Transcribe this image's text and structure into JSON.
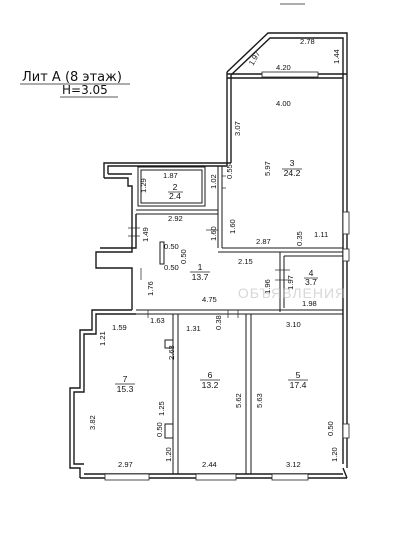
{
  "header": {
    "title": "Лит А (8 этаж)",
    "height_label": "H=3.05"
  },
  "rooms": [
    {
      "id": "1",
      "number": "1",
      "area": "13.7"
    },
    {
      "id": "2",
      "number": "2",
      "area": "2.4"
    },
    {
      "id": "3",
      "number": "3",
      "area": "24.2"
    },
    {
      "id": "4",
      "number": "4",
      "area": "3.7"
    },
    {
      "id": "5",
      "number": "5",
      "area": "17.4"
    },
    {
      "id": "6",
      "number": "6",
      "area": "13.2"
    },
    {
      "id": "7",
      "number": "7",
      "area": "15.3"
    }
  ],
  "dimensions": {
    "d_278": "2.78",
    "d_197_top": "1.97",
    "d_144": "1.44",
    "d_420": "4.20",
    "d_400": "4.00",
    "d_307": "3.07",
    "d_597": "5.97",
    "d_102": "1.02",
    "d_055": "0.55",
    "d_187": "1.87",
    "d_129": "1.29",
    "d_292": "2.92",
    "d_149": "1.49",
    "d_160a": "1.60",
    "d_160b": "1.60",
    "d_287": "2.87",
    "d_035": "0.35",
    "d_111": "1.11",
    "d_050a": "0.50",
    "d_050b": "0.50",
    "d_050c": "0.50",
    "d_215": "2.15",
    "d_176": "1.76",
    "d_475": "4.75",
    "d_196": "1.96",
    "d_197": "1.97",
    "d_198": "1.98",
    "d_159": "1.59",
    "d_163": "1.63",
    "d_038": "0.38",
    "d_131": "1.31",
    "d_310": "3.10",
    "d_121": "1.21",
    "d_263": "2.63",
    "d_562": "5.62",
    "d_563": "5.63",
    "d_382": "3.82",
    "d_125": "1.25",
    "d_050d": "0.50",
    "d_050e": "0.50",
    "d_120a": "1.20",
    "d_120b": "1.20",
    "d_297": "2.97",
    "d_244": "2.44",
    "d_312": "3.12"
  },
  "watermark": {
    "text": "ОБЪЯВЛЕНИЯ"
  }
}
